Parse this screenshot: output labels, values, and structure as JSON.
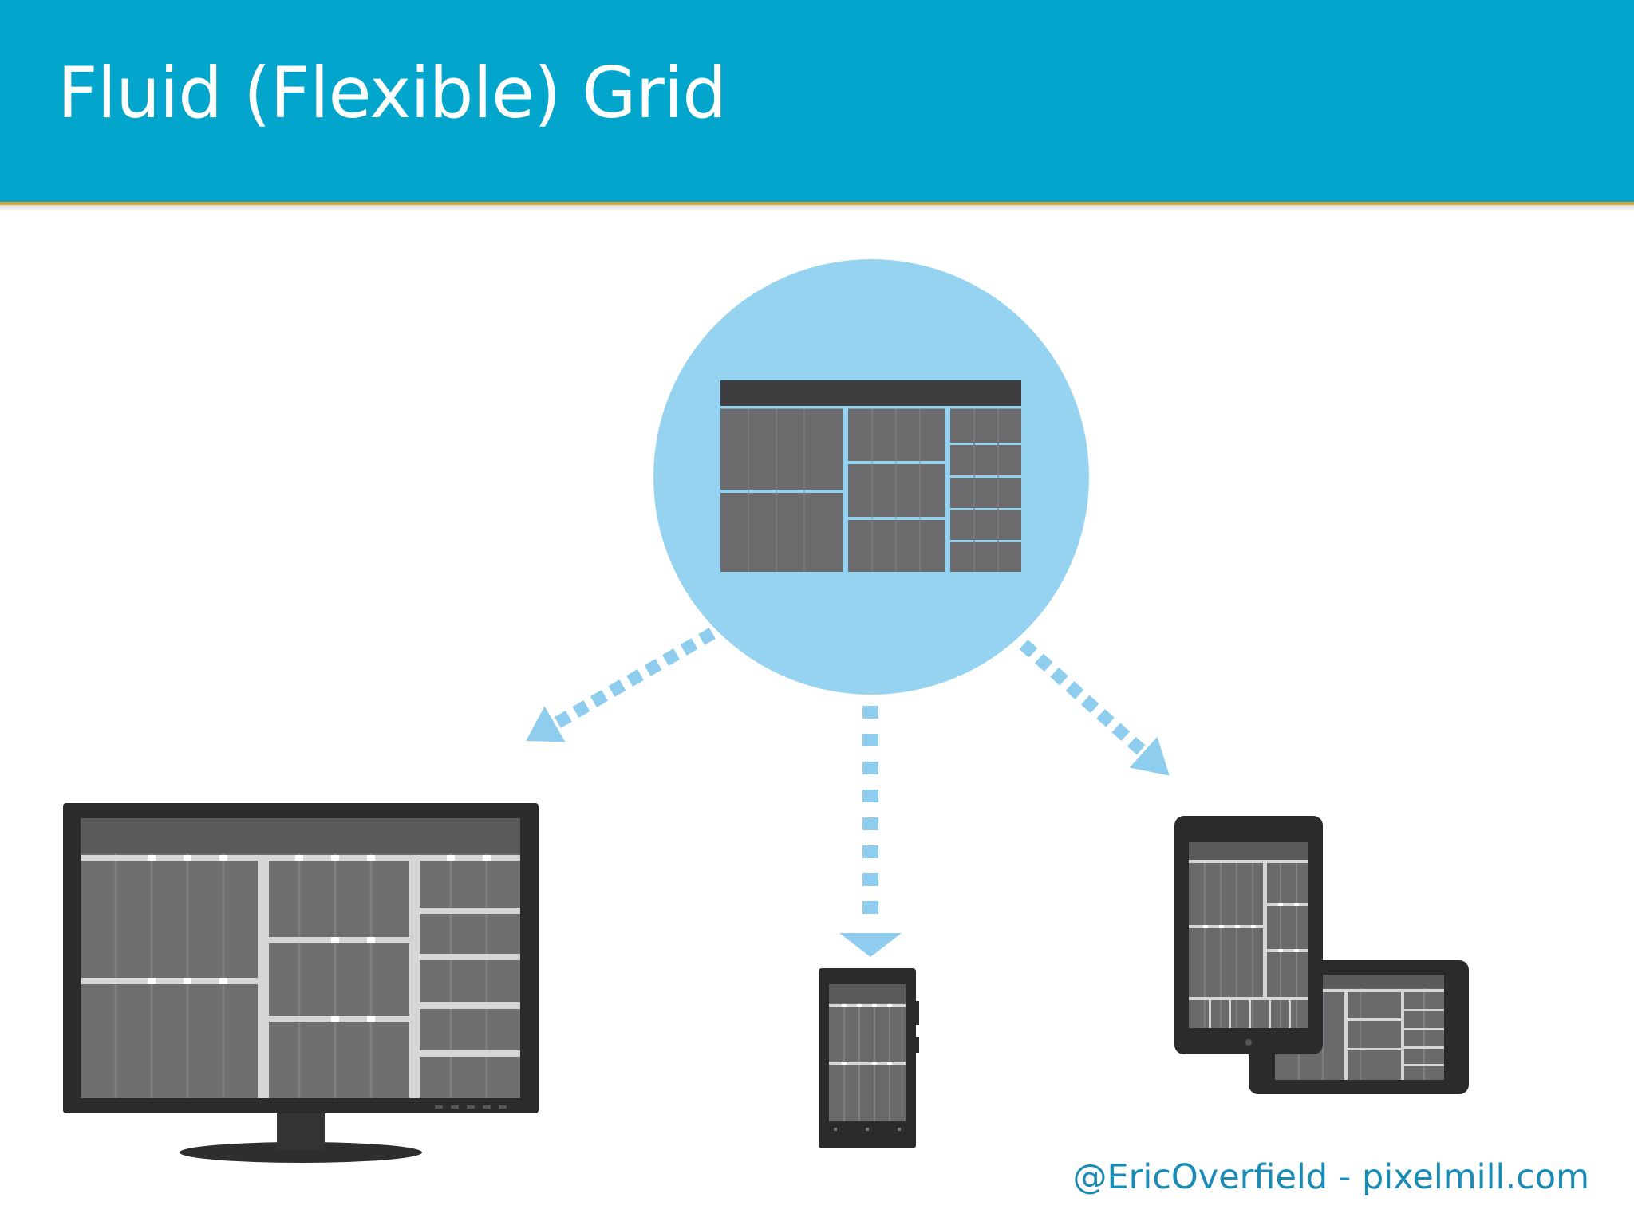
{
  "slide": {
    "title": "Fluid (Flexible) Grid",
    "footer_credit": "@EricOverfield - pixelmill.com"
  },
  "colors": {
    "header_background": "#02a5cc",
    "header_rule": "#e2a83c",
    "title_text": "#ffffff",
    "source_circle": "#95d3f0",
    "arrow": "#8fcdee",
    "grid_block": "#6b6b6e",
    "device_body": "#2b2b2b",
    "footer_text": "#1a8bb5"
  },
  "diagram": {
    "source": "fluid-grid-layout",
    "targets": [
      "desktop-monitor",
      "smartphone",
      "tablet"
    ]
  }
}
